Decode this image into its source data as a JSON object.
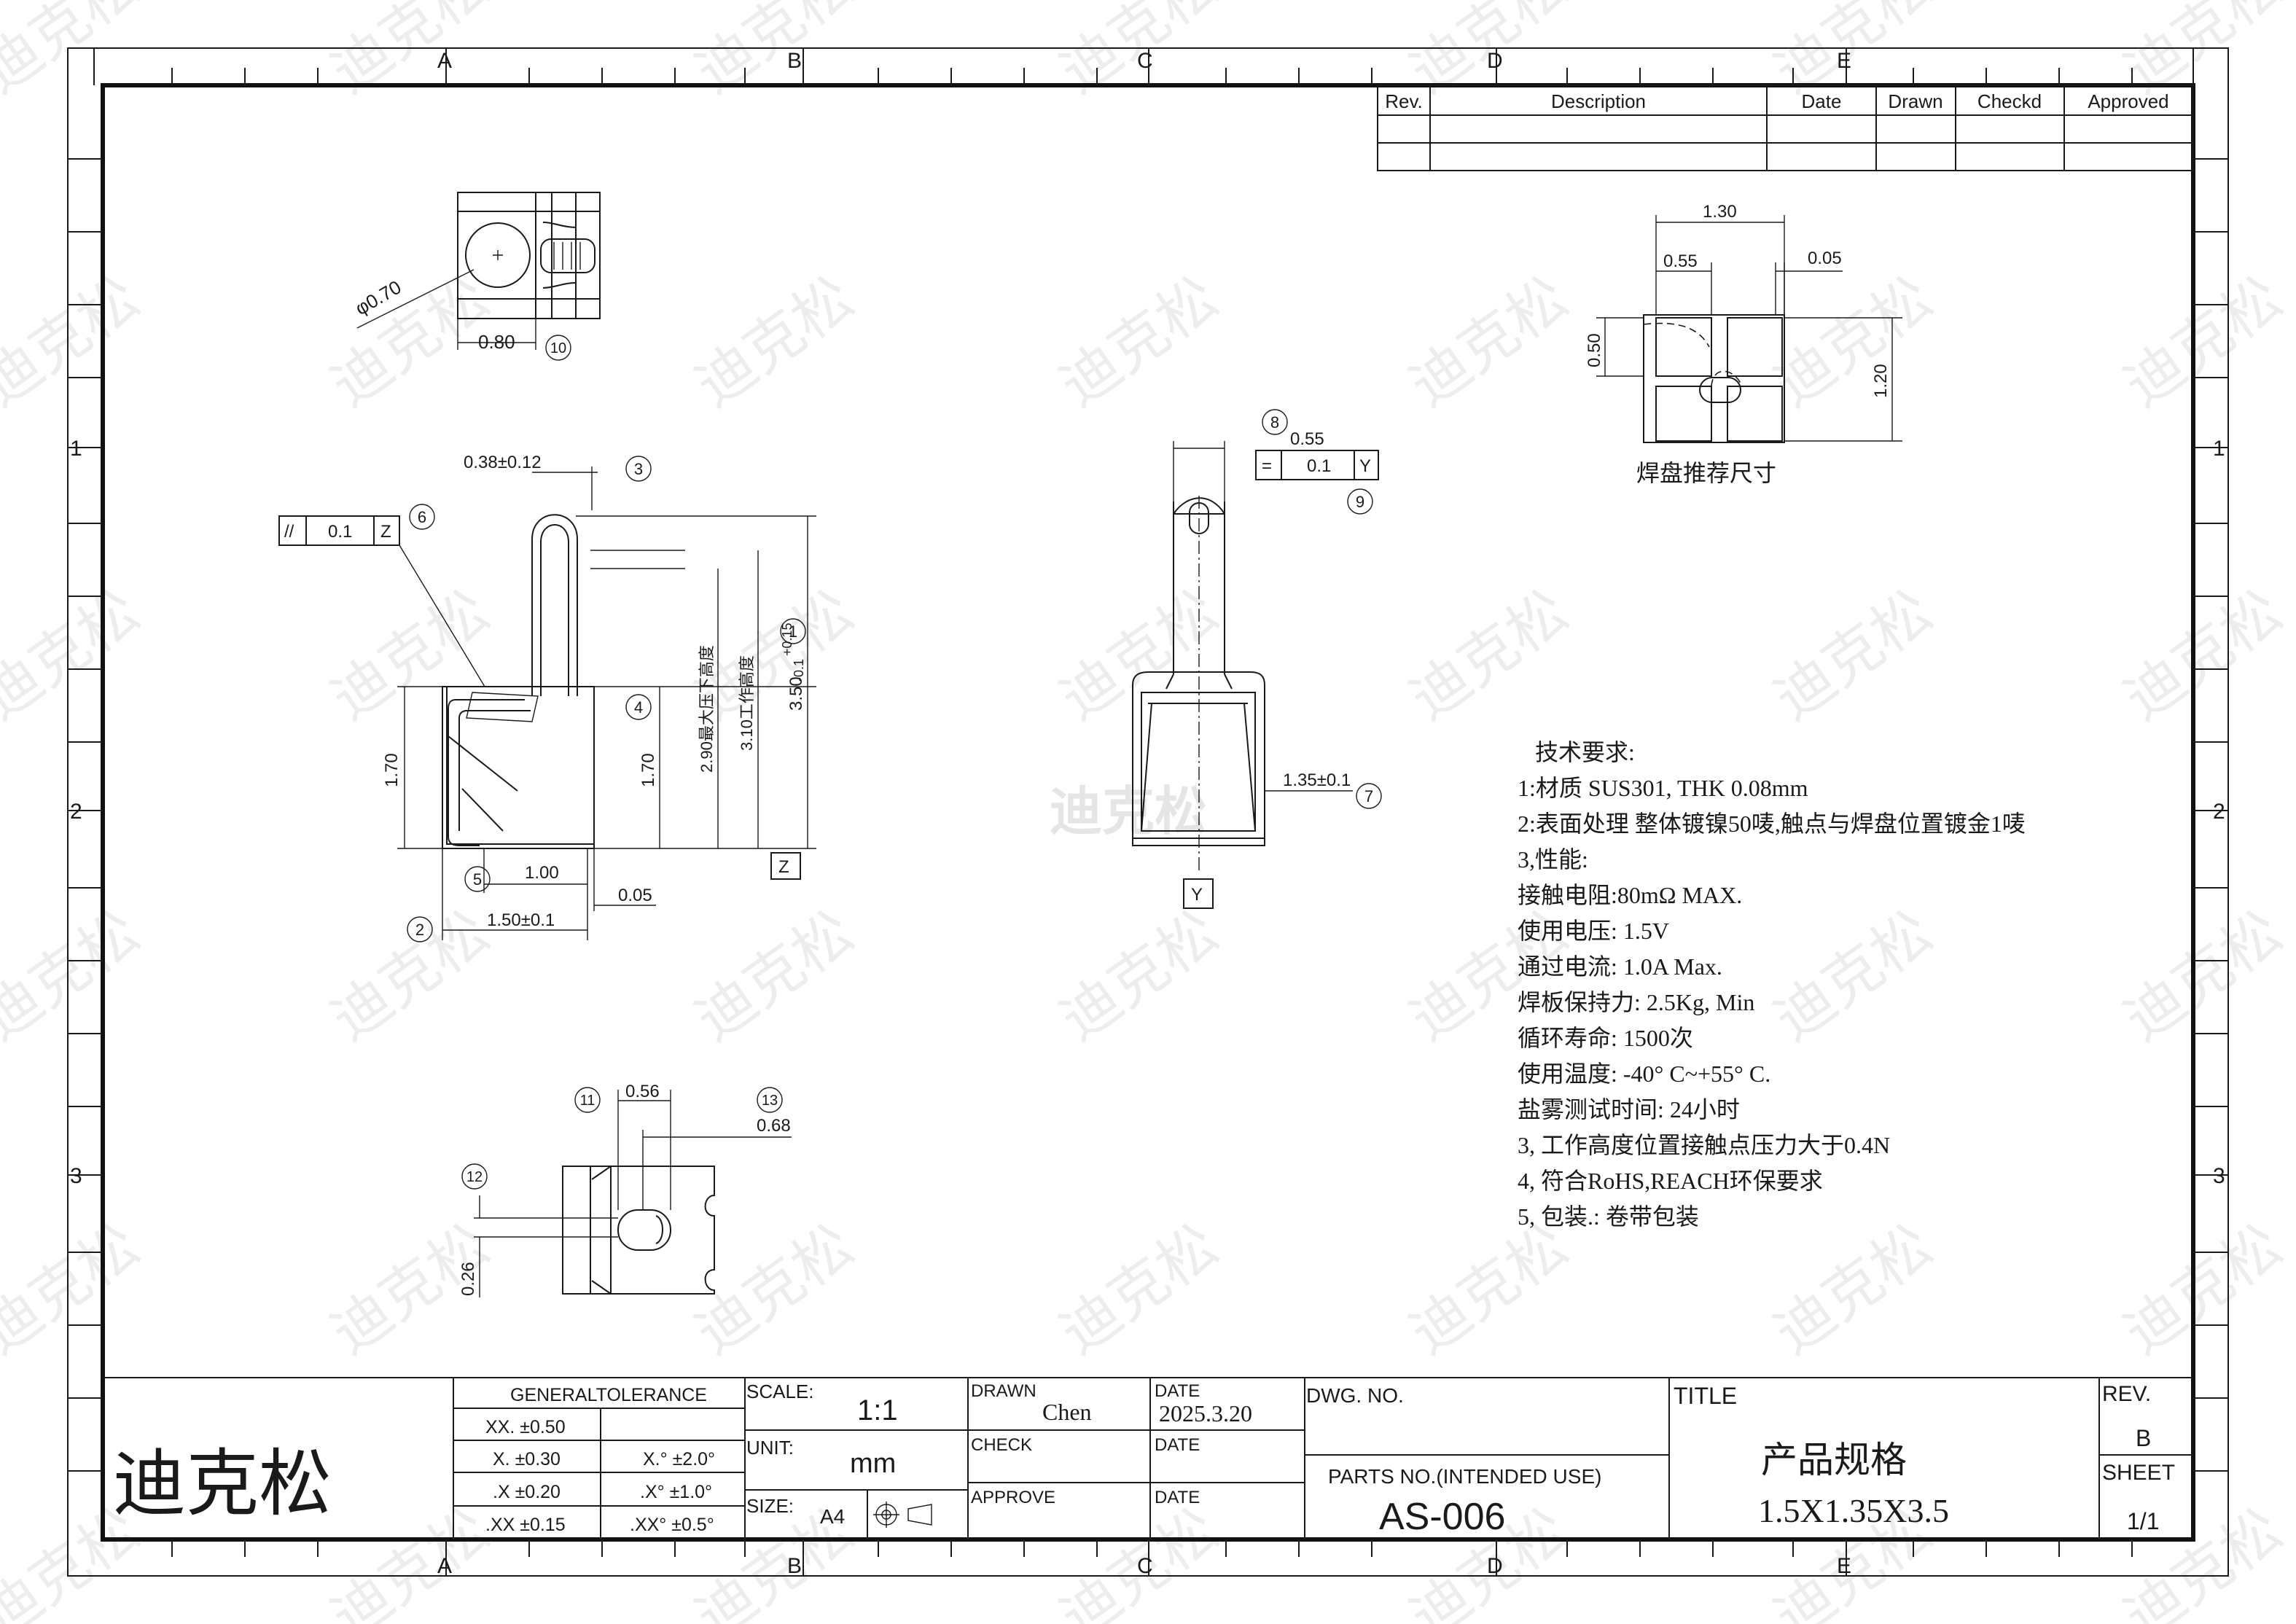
{
  "sheet": {
    "zones_x": [
      "A",
      "B",
      "C",
      "D",
      "E"
    ],
    "zones_y": [
      "1",
      "2",
      "3"
    ],
    "watermark": "迪克松"
  },
  "revision_table": {
    "headers": [
      "Rev.",
      "Description",
      "Date",
      "Drawn",
      "Checkd",
      "Approved"
    ]
  },
  "top_view": {
    "dia": "φ0.70",
    "width": "0.80",
    "balloon": "10"
  },
  "side_view": {
    "d_top": "0.38±0.12",
    "b3": "3",
    "gtol_sym": "//",
    "gtol_val": "0.1",
    "gtol_ref": "Z",
    "b6": "6",
    "b4": "4",
    "b1": "1",
    "h_left": "1.70",
    "h_right": "1.70",
    "h_press": "2.90最大压下高度",
    "h_work": "3.10工作高度",
    "h_total": "3.50",
    "tol_upper": "+0.15",
    "tol_lower": "-0.1",
    "datum": "Z",
    "b5": "5",
    "w1": "1.00",
    "w2": "0.05",
    "b2": "2",
    "w3": "1.50±0.1"
  },
  "front_view": {
    "b8": "8",
    "w_top": "0.55",
    "gtol_sym": "=",
    "gtol_val": "0.1",
    "gtol_ref": "Y",
    "b9": "9",
    "w_side": "1.35±0.1",
    "b7": "7",
    "datum": "Y",
    "center_mark": "迪克松"
  },
  "bottom_view": {
    "b11": "11",
    "d1": "0.56",
    "b13": "13",
    "d2": "0.68",
    "b12": "12",
    "d3": "0.26"
  },
  "pad_view": {
    "w_total": "1.30",
    "w_pad": "0.55",
    "w_gap": "0.05",
    "h_pad": "0.50",
    "h_total": "1.20",
    "caption": "焊盘推荐尺寸"
  },
  "tech_notes": {
    "title": "技术要求:",
    "lines": [
      "1:材质 SUS301, THK 0.08mm",
      "2:表面处理 整体镀镍50唛,触点与焊盘位置镀金1唛",
      "3,性能:",
      "接触电阻:80mΩ MAX.",
      "使用电压: 1.5V",
      "通过电流: 1.0A Max.",
      "焊板保持力: 2.5Kg, Min",
      "循环寿命: 1500次",
      "使用温度: -40° C~+55° C.",
      "盐雾测试时间: 24小时",
      "3, 工作高度位置接触点压力大于0.4N",
      "4, 符合RoHS,REACH环保要求",
      "5, 包装.: 卷带包装"
    ]
  },
  "title_block": {
    "company": "迪克松",
    "tolerance_header": "GENERALTOLERANCE",
    "tol_rows": [
      {
        "lin": "XX. ±0.50",
        "ang": ""
      },
      {
        "lin": "X. ±0.30",
        "ang": "X.° ±2.0°"
      },
      {
        "lin": ".X ±0.20",
        "ang": ".X° ±1.0°"
      },
      {
        "lin": ".XX ±0.15",
        "ang": ".XX° ±0.5°"
      }
    ],
    "scale_label": "SCALE:",
    "scale_value": "1:1",
    "unit_label": "UNIT:",
    "unit_value": "mm",
    "size_label": "SIZE:",
    "size_value": "A4",
    "drawn_label": "DRAWN",
    "drawn_value": "Chen",
    "check_label": "CHECK",
    "approve_label": "APPROVE",
    "date_label": "DATE",
    "date_value": "2025.3.20",
    "dwg_label": "DWG. NO.",
    "parts_label": "PARTS NO.(INTENDED USE)",
    "parts_value": "AS-006",
    "title_label": "TITLE",
    "title_line1": "产品规格",
    "title_line2": "1.5X1.35X3.5",
    "rev_label": "REV.",
    "rev_value": "B",
    "sheet_label": "SHEET",
    "sheet_value": "1/1"
  }
}
